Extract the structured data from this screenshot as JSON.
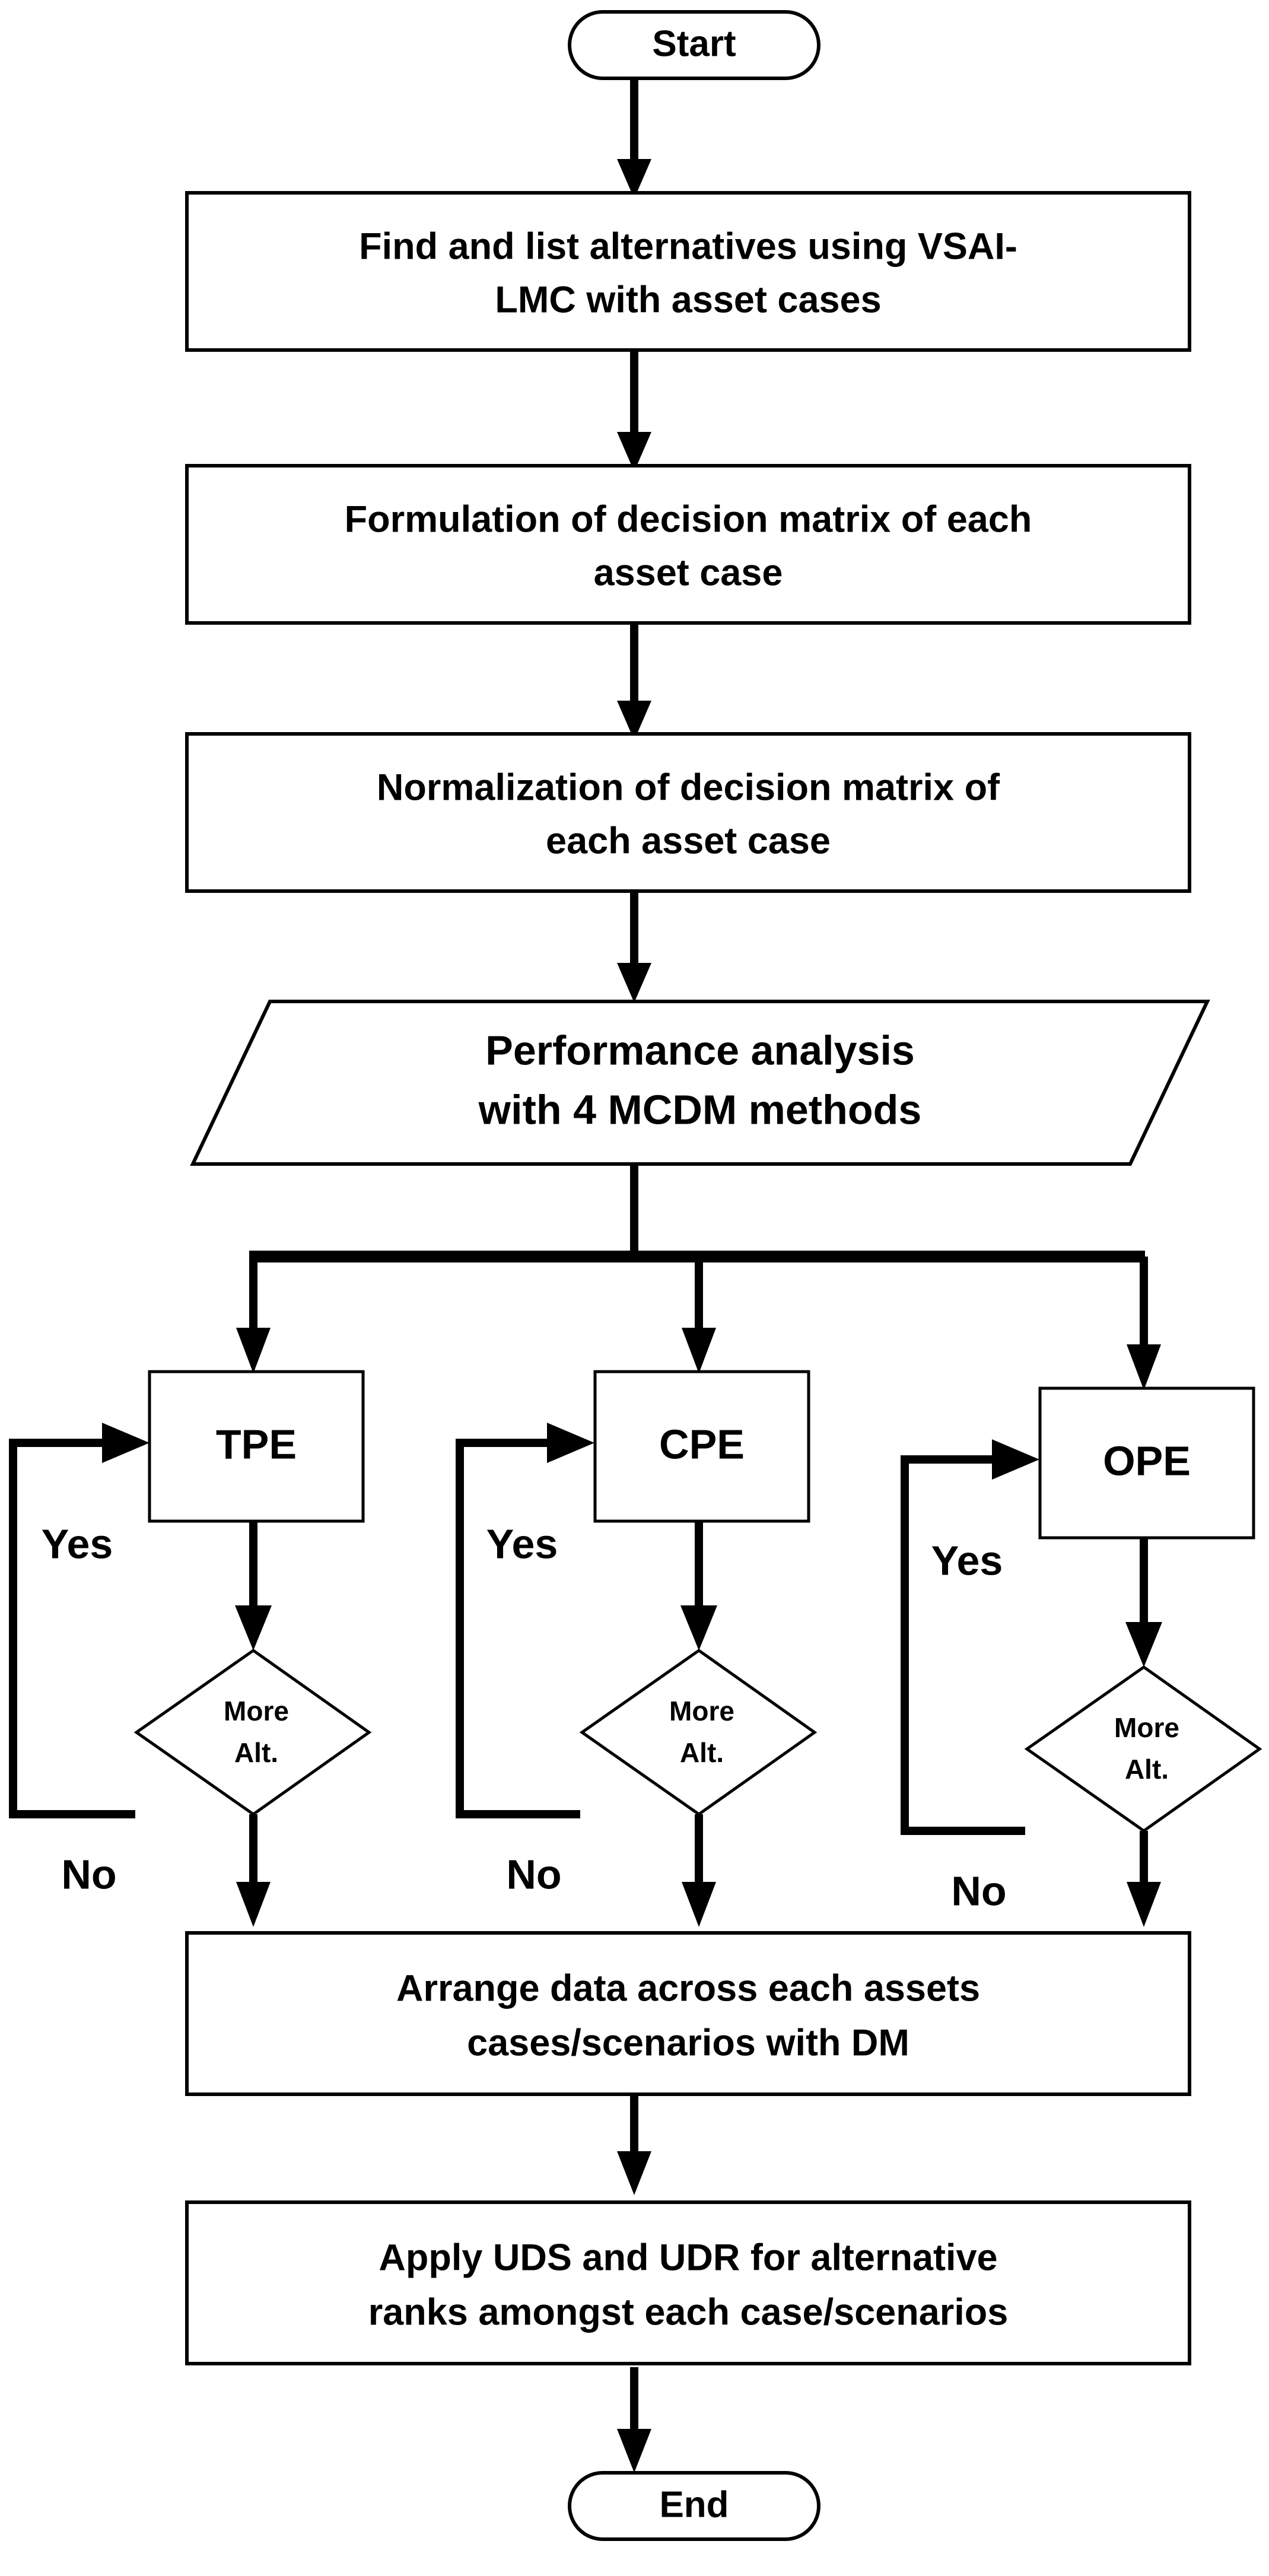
{
  "diagram": {
    "title": "MCDM asset evaluation flowchart",
    "colors": {
      "stroke": "#000000",
      "fill": "#ffffff",
      "text": "#000000"
    },
    "terminals": {
      "start": "Start",
      "end": "End"
    },
    "processes": {
      "find_alternatives_line1": "Find and list alternatives using VSAI-",
      "find_alternatives_line2": "LMC with asset cases",
      "formulation_line1": "Formulation of decision matrix of each",
      "formulation_line2": "asset case",
      "normalization_line1": "Normalization of decision matrix of",
      "normalization_line2": "each asset case",
      "arrange_line1": "Arrange data across each assets",
      "arrange_line2": "cases/scenarios with DM",
      "apply_line1": "Apply UDS and UDR for alternative",
      "apply_line2": "ranks amongst each case/scenarios"
    },
    "parallelogram": {
      "line1": "Performance analysis",
      "line2": "with 4 MCDM methods"
    },
    "branches": [
      {
        "box_label": "TPE",
        "decision_line1": "More",
        "decision_line2": "Alt.",
        "yes_label": "Yes",
        "no_label": "No"
      },
      {
        "box_label": "CPE",
        "decision_line1": "More",
        "decision_line2": "Alt.",
        "yes_label": "Yes",
        "no_label": "No"
      },
      {
        "box_label": "OPE",
        "decision_line1": "More",
        "decision_line2": "Alt.",
        "yes_label": "Yes",
        "no_label": "No"
      }
    ]
  }
}
